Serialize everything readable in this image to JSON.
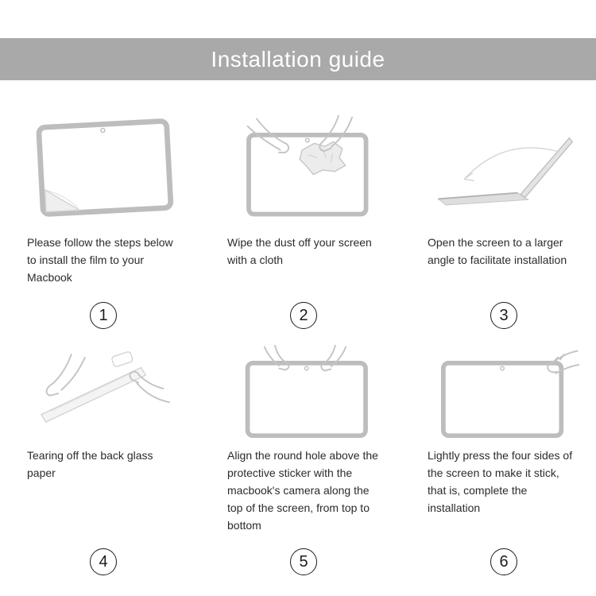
{
  "header": {
    "title": "Installation guide"
  },
  "colors": {
    "banner_gray": "#a9a9a9",
    "line_gray": "#bdbdbd",
    "hand_gray": "#c4c4c4",
    "text_dark": "#2b2b2b"
  },
  "steps": [
    {
      "number": "1",
      "caption": "Please follow the steps below to install the film to your Macbook",
      "illustration": "tablet-with-peeling-film"
    },
    {
      "number": "2",
      "caption": "Wipe the dust off your screen with a cloth",
      "illustration": "hands-wiping-screen-with-cloth"
    },
    {
      "number": "3",
      "caption": "Open the screen to a larger angle to facilitate installation",
      "illustration": "laptop-opened-wide-angle"
    },
    {
      "number": "4",
      "caption": "Tearing off the back glass paper",
      "illustration": "hands-tearing-back-paper"
    },
    {
      "number": "5",
      "caption": "Align the round hole above the protective sticker with the macbook's camera along the top of the screen, from top to bottom",
      "illustration": "hands-aligning-sticker-to-camera"
    },
    {
      "number": "6",
      "caption": "Lightly press the four sides of the screen to make it stick, that is, complete the installation",
      "illustration": "hand-pressing-screen-corner"
    }
  ]
}
